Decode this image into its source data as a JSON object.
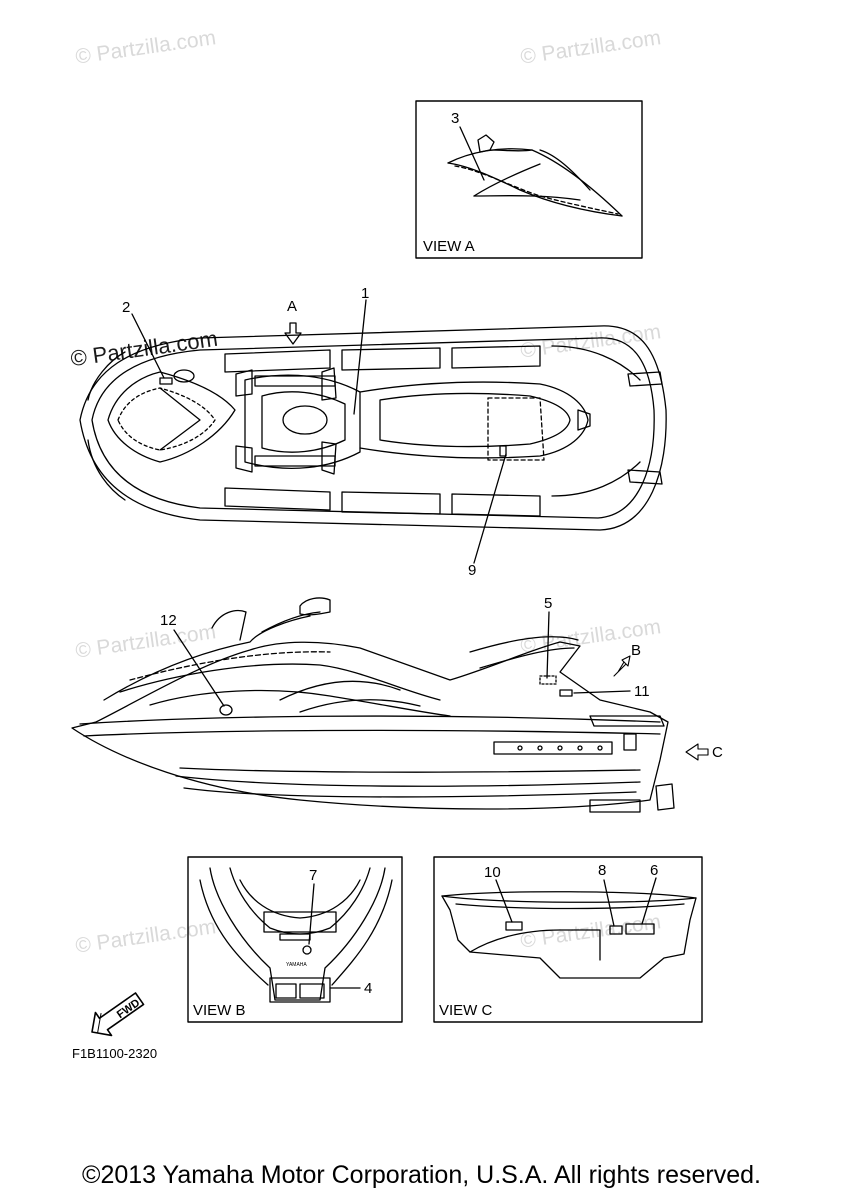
{
  "watermark": "© Partzilla.com",
  "views": {
    "a": "VIEW A",
    "b": "VIEW B",
    "c": "VIEW C"
  },
  "view_letters": {
    "a": "A",
    "b": "B",
    "c": "C"
  },
  "callouts": {
    "1": "1",
    "2": "2",
    "3": "3",
    "4": "4",
    "5": "5",
    "6": "6",
    "7": "7",
    "8": "8",
    "9": "9",
    "10": "10",
    "11": "11",
    "12": "12"
  },
  "fwd_label": "FWD",
  "badge_text": "YAMAHA",
  "diagram_code": "F1B1100-2320",
  "copyright": "©2013 Yamaha Motor Corporation, U.S.A. All rights reserved."
}
